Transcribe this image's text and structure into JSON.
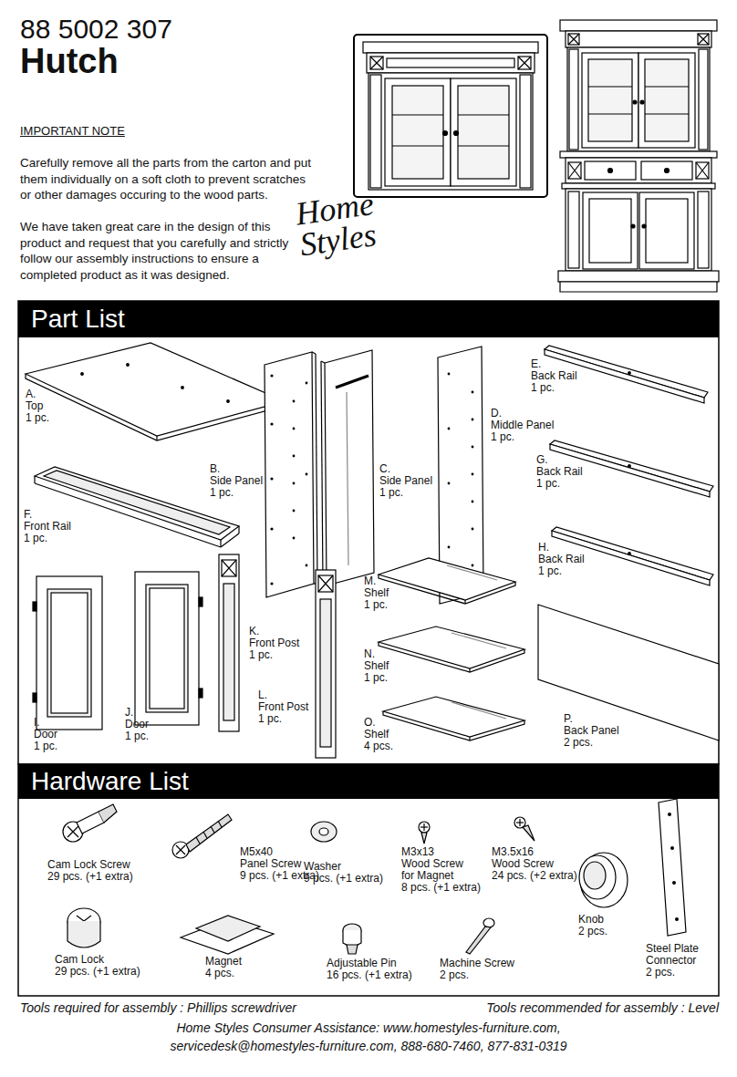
{
  "diagram": {
    "title": "Hutch",
    "nodes": [
      {
        "text": [
          "Part List"
        ]
      },
      {
        "text": [
          "Hardware List"
        ]
      }
    ],
    "labels": [
      "88 5002 307",
      "IMPORTANT NOTE",
      "Carefully remove all the parts from the carton and put them individually on a soft cloth to prevent scratches or other damages occuring to the wood parts.",
      "We have taken great care in the design of this product and request that you carefully and strictly follow our assembly instructions to ensure a completed product as it was designed.",
      "Home Styles",
      "A. Top 1 pc.",
      "B. Side Panel 1 pc.",
      "C. Side Panel 1 pc.",
      "D. Middle Panel 1 pc.",
      "E. Back Rail 1 pc.",
      "G. Back Rail 1 pc.",
      "H. Back Rail 1 pc.",
      "F. Front Rail 1 pc.",
      "K. Front Post 1 pc.",
      "L. Front Post 1 pc.",
      "M. Shelf 1 pc.",
      "N. Shelf 1 pc.",
      "O. Shelf 4 pcs.",
      "P. Back Panel 2 pcs.",
      "I. Door 1 pc.",
      "J. Door 1 pc.",
      "Cam Lock Screw 29 pcs. (+1 extra)",
      "M5x40 Panel Screw 9 pcs. (+1 extra)",
      "Washer 9 pcs. (+1 extra)",
      "M3x13 Wood Screw for Magnet 8 pcs. (+1 extra)",
      "M3.5x16 Wood Screw 24 pcs. (+2 extra)",
      "Knob 2 pcs.",
      "Steel Plate Connector 2 pcs.",
      "Cam Lock 29 pcs. (+1 extra)",
      "Magnet 4 pcs.",
      "Adjustable Pin 16 pcs. (+1 extra)",
      "Machine Screw 2 pcs.",
      "Tools required for assembly : Phillips screwdriver",
      "Tools recommended for assembly : Level",
      "Home Styles Consumer Assistance: www.homestyles-furniture.com,",
      "servicedesk@homestyles-furniture.com, 888-680-7460, 877-831-0319"
    ]
  }
}
